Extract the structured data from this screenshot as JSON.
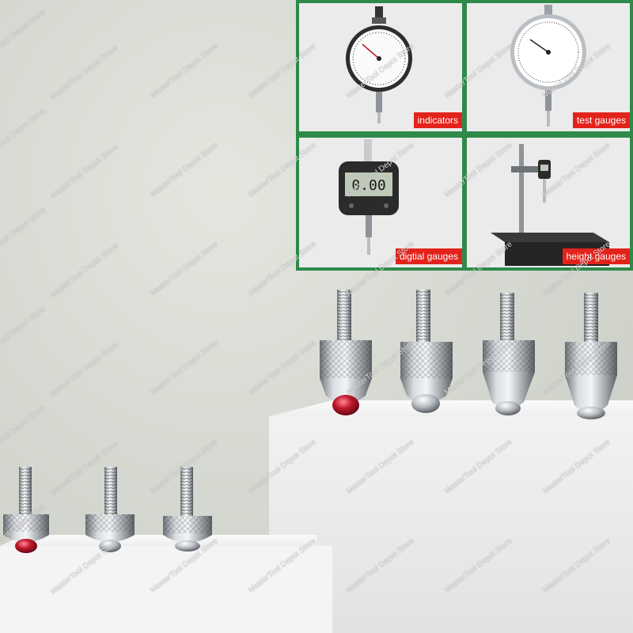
{
  "inset_panel": {
    "tiles": [
      {
        "label": "indicators",
        "icon": "dial-indicator-icon"
      },
      {
        "label": "test gauges",
        "icon": "test-gauge-icon"
      },
      {
        "label": "digtial gauges",
        "icon": "digital-gauge-icon"
      },
      {
        "label": "height gauges",
        "icon": "height-gauge-icon"
      }
    ],
    "digital_readout": "0.00",
    "border_color": "#2f8a4a",
    "label_color": "#e3231b"
  },
  "watermark": {
    "text": "MasterTool Depot Store"
  },
  "products": {
    "description_count": 7,
    "tip_colors": [
      "#c0182c",
      "#9aa0a6",
      "#d8dadd",
      "#e9ebee"
    ]
  }
}
